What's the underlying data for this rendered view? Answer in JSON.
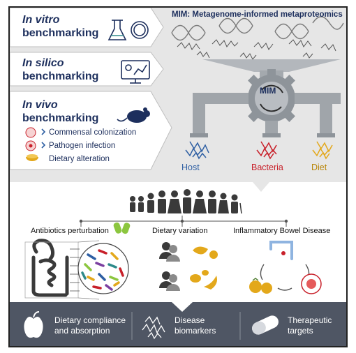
{
  "mim_title": "MIM: Metagenome-informed metaproteomics",
  "benchmarks": [
    {
      "italic": "In vitro",
      "rest": "benchmarking"
    },
    {
      "italic": "In silico",
      "rest": "benchmarking"
    },
    {
      "italic": "In vivo",
      "rest": "benchmarking"
    }
  ],
  "in_vivo_items": [
    "Commensal colonization",
    "Pathogen infection",
    "Dietary alteration"
  ],
  "mim_gear_label": "MIM",
  "outputs": [
    {
      "label": "Host",
      "color": "#2e5fa3"
    },
    {
      "label": "Bacteria",
      "color": "#c8202a"
    },
    {
      "label": "Diet",
      "color": "#e3a81b"
    }
  ],
  "sections": [
    "Antibiotics perturbation",
    "Dietary variation",
    "Inflammatory Bowel Disease"
  ],
  "footer": [
    {
      "line1": "Dietary compliance",
      "line2": "and absorption"
    },
    {
      "line1": "Disease",
      "line2": "biomarkers"
    },
    {
      "line1": "Therapeutic",
      "line2": "targets"
    }
  ],
  "colors": {
    "navy": "#1d2f5d",
    "pipe": "#9aa0a6",
    "footer_bg": "#4f5664"
  }
}
